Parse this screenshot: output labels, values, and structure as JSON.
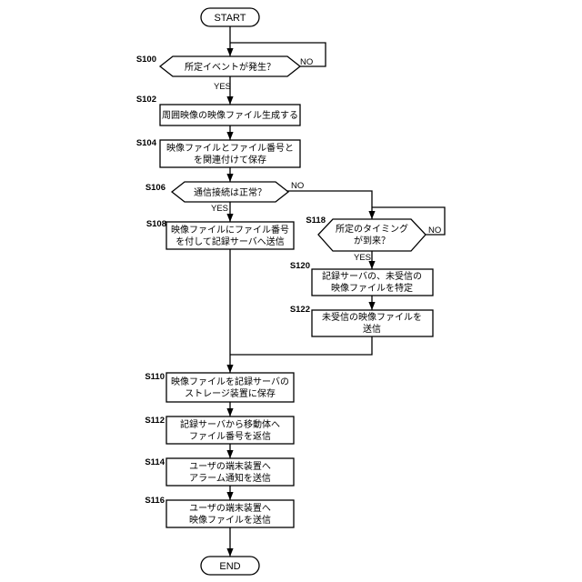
{
  "start": "START",
  "end": "END",
  "steps": [
    {
      "id": "S100",
      "lines": [
        "所定イベントが発生？"
      ]
    },
    {
      "id": "S102",
      "lines": [
        "周囲映像の映像ファイル生成する"
      ]
    },
    {
      "id": "S104",
      "lines": [
        "映像ファイルとファイル番号と",
        "を関連付けて保存"
      ]
    },
    {
      "id": "S106",
      "lines": [
        "通信接続は正常？"
      ]
    },
    {
      "id": "S108",
      "lines": [
        "映像ファイルにファイル番号",
        "を付して記録サーバへ送信"
      ]
    },
    {
      "id": "S118",
      "lines": [
        "所定のタイミング",
        "が到来？"
      ]
    },
    {
      "id": "S120",
      "lines": [
        "記録サーバの、未受信の",
        "映像ファイルを特定"
      ]
    },
    {
      "id": "S122",
      "lines": [
        "未受信の映像ファイルを",
        "送信"
      ]
    },
    {
      "id": "S110",
      "lines": [
        "映像ファイルを記録サーバの",
        "ストレージ装置に保存"
      ]
    },
    {
      "id": "S112",
      "lines": [
        "記録サーバから移動体へ",
        "ファイル番号を返信"
      ]
    },
    {
      "id": "S114",
      "lines": [
        "ユーザの端末装置へ",
        "アラーム通知を送信"
      ]
    },
    {
      "id": "S116",
      "lines": [
        "ユーザの端末装置へ",
        "映像ファイルを送信"
      ]
    }
  ],
  "branch_labels": {
    "yes": "YES",
    "no": "NO"
  }
}
